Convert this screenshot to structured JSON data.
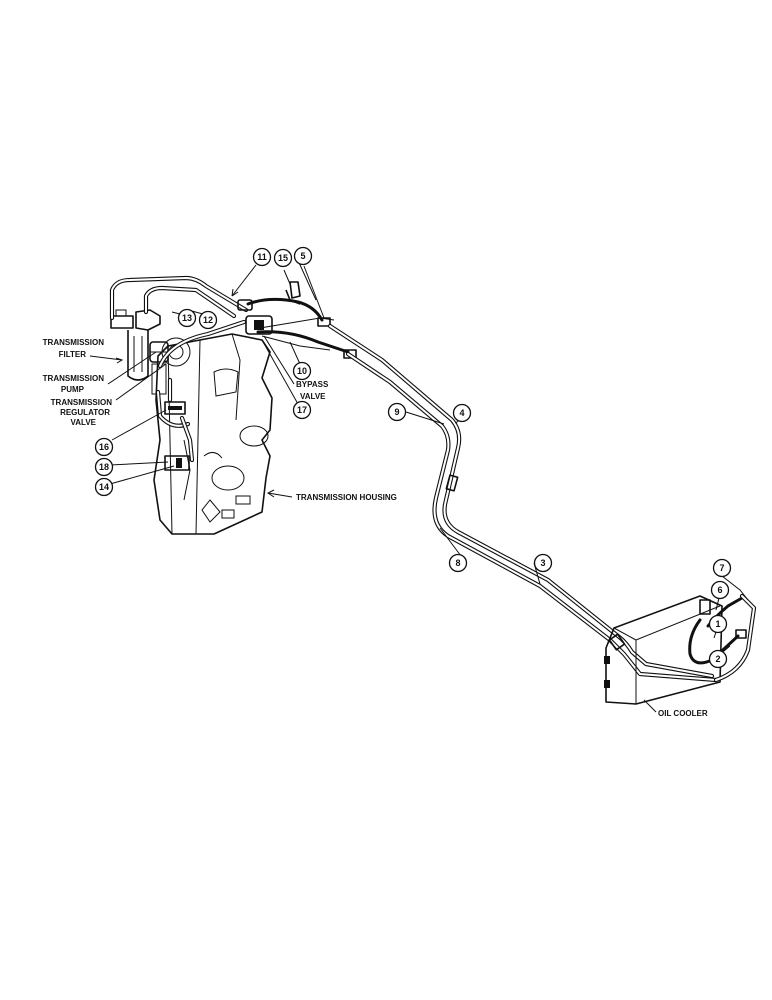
{
  "labels": {
    "transmission_filter": [
      "TRANSMISSION",
      "FILTER"
    ],
    "transmission_pump": [
      "TRANSMISSION",
      "PUMP"
    ],
    "transmission_regulator_valve": [
      "TRANSMISSION",
      "REGULATOR",
      "VALVE"
    ],
    "bypass_valve": [
      "BYPASS",
      "VALVE"
    ],
    "transmission_housing": "TRANSMISSION HOUSING",
    "oil_cooler": "OIL COOLER"
  },
  "callouts": [
    "1",
    "2",
    "3",
    "4",
    "5",
    "6",
    "7",
    "8",
    "9",
    "10",
    "11",
    "12",
    "13",
    "14",
    "15",
    "16",
    "17",
    "18"
  ]
}
